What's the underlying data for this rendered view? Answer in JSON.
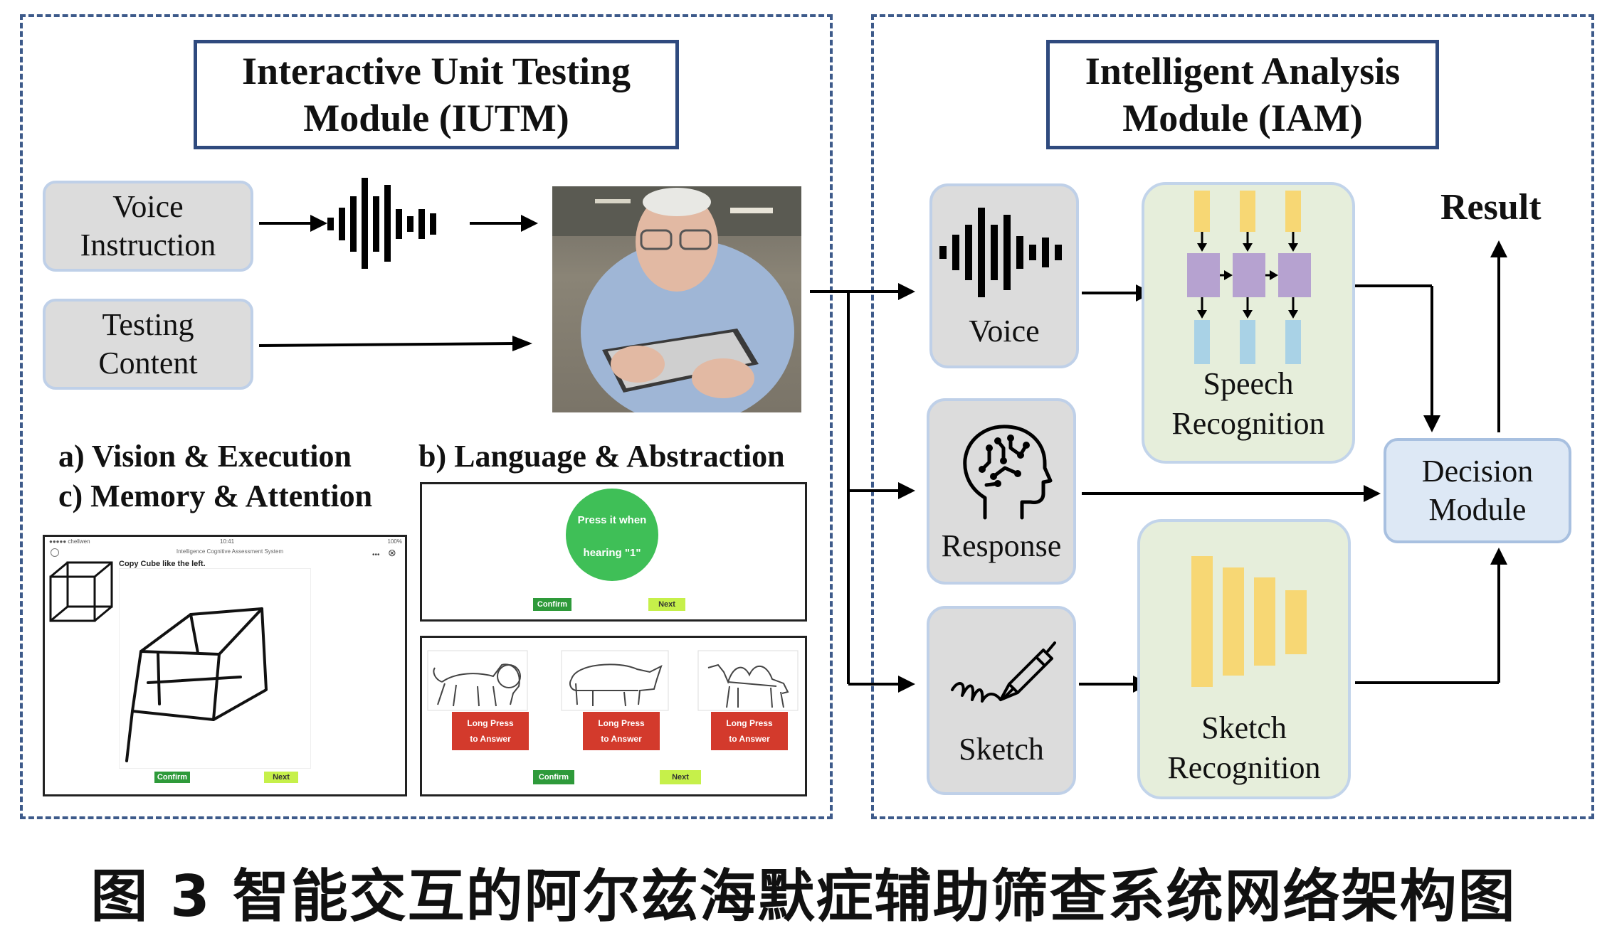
{
  "iutm": {
    "title": "Interactive Unit Testing\nModule (IUTM)",
    "voice_instruction": "Voice\nInstruction",
    "testing_content": "Testing\nContent",
    "section_a": "a) Vision & Execution",
    "section_c": "c) Memory & Attention",
    "section_b": "b) Language & Abstraction",
    "shot_a": {
      "status_left": "●●●●● chellwen",
      "status_center": "10:41",
      "status_right": "100%",
      "header": "Intelligence Cognitive Assessment System",
      "instruction": "Copy Cube like the left.",
      "confirm": "Confirm",
      "next": "Next"
    },
    "shot_b1": {
      "bubble_line1": "Press it when",
      "bubble_line2": "hearing \"1\"",
      "confirm": "Confirm",
      "next": "Next"
    },
    "shot_b2": {
      "animals": [
        "lion-drawing",
        "rhino-drawing",
        "camel-drawing"
      ],
      "long_press": "Long Press\nto Answer",
      "confirm": "Confirm",
      "next": "Next"
    }
  },
  "iam": {
    "title": "Intelligent Analysis\nModule (IAM)",
    "voice": "Voice",
    "response": "Response",
    "sketch": "Sketch",
    "speech_recognition": "Speech\nRecognition",
    "sketch_recognition": "Sketch\nRecognition",
    "decision_module": "Decision\nModule",
    "result": "Result"
  },
  "caption": "图 3  智能交互的阿尔兹海默症辅助筛查系统网络架构图",
  "colors": {
    "border_blue": "#2f4a7e",
    "gray_box": "#dcdcdc",
    "green_box": "#e6eedb",
    "decision_box": "#dde8f5",
    "yellow": "#f7d774",
    "purple": "#b6a2d0",
    "light_blue": "#a9d2e6"
  }
}
